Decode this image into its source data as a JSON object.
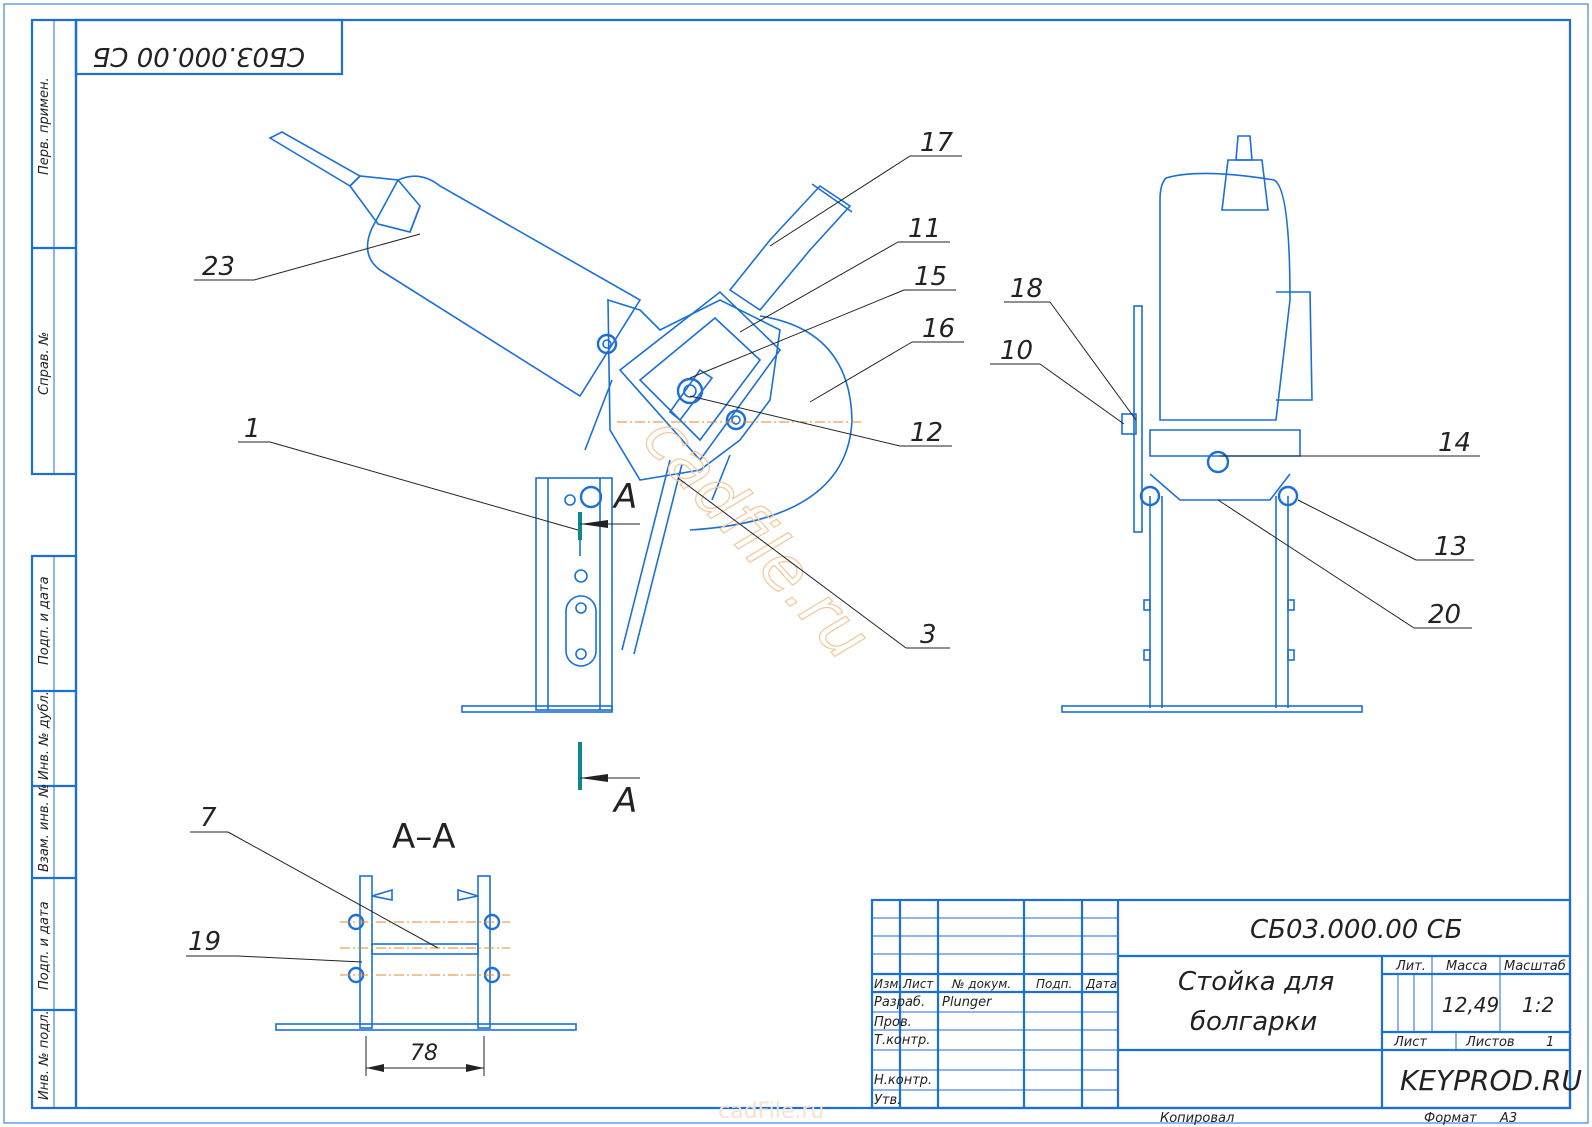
{
  "drawing_number": "СБ03.000.00 СБ",
  "drawing_number_rotated": "СБ03.000.00 СБ",
  "side_labels": [
    "Перв. примен.",
    "Справ. №",
    "Подп. и дата",
    "Инв. № дубл.",
    "Взам. инв. №",
    "Подп. и дата",
    "Инв. № подл."
  ],
  "section_label": "А–А",
  "section_marker": "А",
  "dimension_78": "78",
  "watermark": "cadfile.ru",
  "watermark_bottom": "cadFile.ru",
  "positions": [
    "23",
    "17",
    "11",
    "15",
    "16",
    "12",
    "1",
    "3",
    "18",
    "10",
    "14",
    "13",
    "20",
    "7",
    "19"
  ],
  "title_block": {
    "code": "СБ03.000.00 СБ",
    "name_line1": "Стойка для",
    "name_line2": "болгарки",
    "col_izm": "Изм.",
    "col_list": "Лист",
    "col_doc": "№ докум.",
    "col_podp": "Подп.",
    "col_date": "Дата",
    "razrab": "Разраб.",
    "razrab_name": "Plunger",
    "prov": "Пров.",
    "tkontr": "Т.контр.",
    "nkontr": "Н.контр.",
    "utv": "Утв.",
    "lit": "Лит.",
    "massa": "Масса",
    "masshtab": "Масштаб",
    "massa_val": "12,49",
    "masshtab_val": "1:2",
    "list": "Лист",
    "listov": "Листов",
    "listov_val": "1",
    "org": "KEYPROD.RU",
    "kopiroval": "Копировал",
    "format": "Формат",
    "format_val": "А3"
  }
}
